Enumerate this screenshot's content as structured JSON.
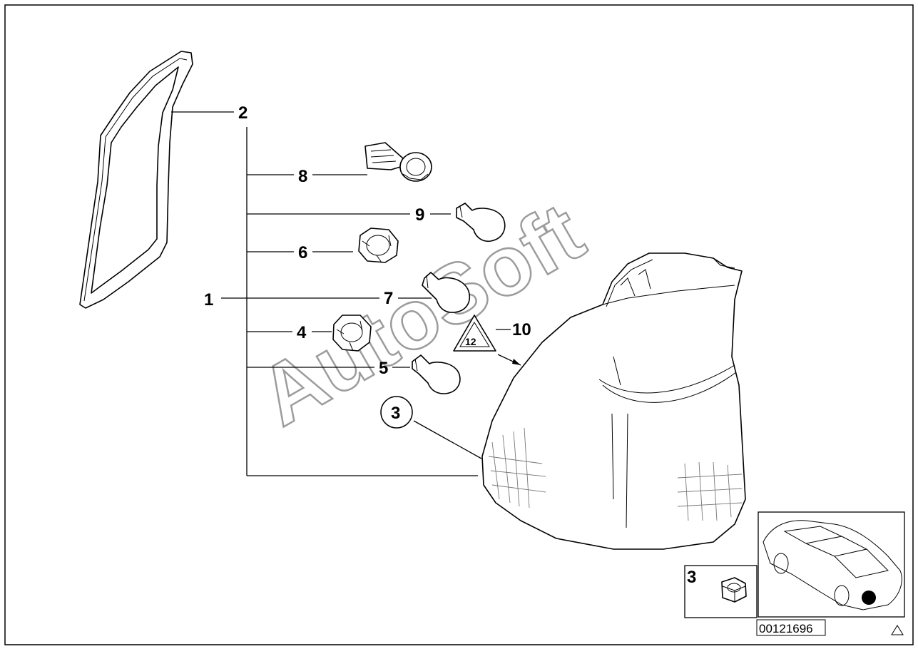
{
  "diagram": {
    "callouts": [
      {
        "id": "label-1",
        "text": "1"
      },
      {
        "id": "label-2",
        "text": "2"
      },
      {
        "id": "label-3",
        "text": "3"
      },
      {
        "id": "label-4",
        "text": "4"
      },
      {
        "id": "label-5",
        "text": "5"
      },
      {
        "id": "label-6",
        "text": "6"
      },
      {
        "id": "label-7",
        "text": "7"
      },
      {
        "id": "label-8",
        "text": "8"
      },
      {
        "id": "label-9",
        "text": "9"
      },
      {
        "id": "label-10",
        "text": "10"
      }
    ],
    "inset_label": "3",
    "warning_symbol_text": "12",
    "watermark": "AutoSoft",
    "part_number": "00121696",
    "icons": [
      "tail-light-housing",
      "gasket-seal",
      "bulb-socket",
      "bulb",
      "hex-nut",
      "car-location-thumbnail",
      "warning-triangle-icon"
    ]
  }
}
